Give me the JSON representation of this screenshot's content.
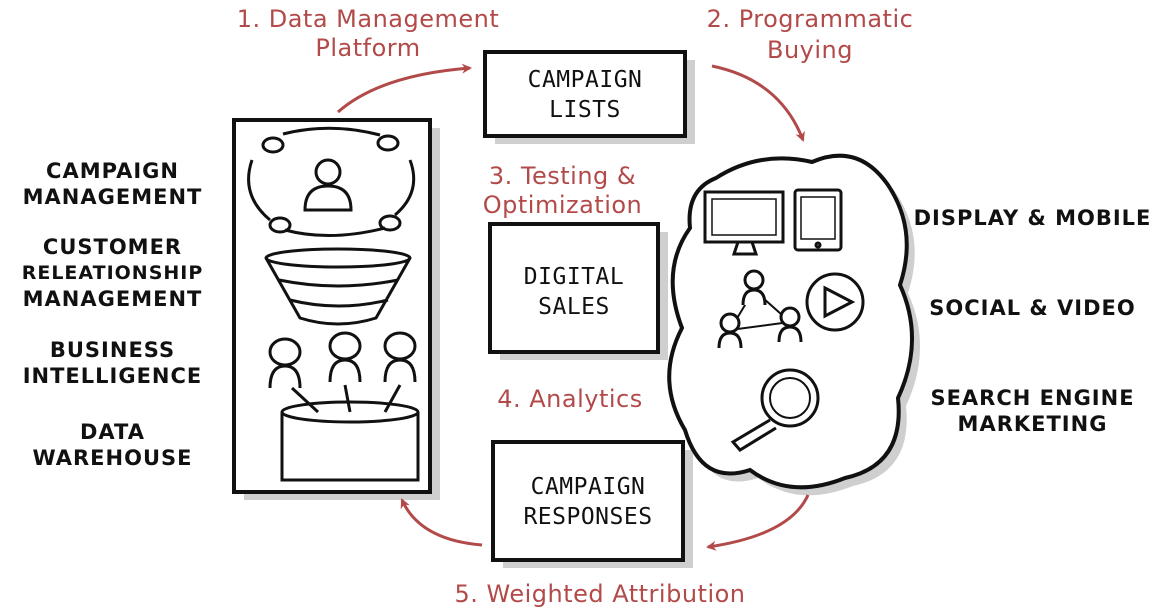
{
  "colors": {
    "ink": "#111111",
    "accent": "#b34a4a",
    "shadow": "#cfcfcf"
  },
  "steps": {
    "s1_line1": "1. Data Management",
    "s1_line2": "Platform",
    "s2_line1": "2. Programmatic",
    "s2_line2": "Buying",
    "s3_line1": "3. Testing &",
    "s3_line2": "Optimization",
    "s4": "4. Analytics",
    "s5": "5. Weighted Attribution"
  },
  "boxes": {
    "lists_line1": "CAMPAIGN",
    "lists_line2": "LISTS",
    "sales_line1": "DIGITAL",
    "sales_line2": "SALES",
    "responses_line1": "CAMPAIGN",
    "responses_line2": "RESPONSES"
  },
  "left_labels": {
    "cm_line1": "CAMPAIGN",
    "cm_line2": "MANAGEMENT",
    "crm_line1": "CUSTOMER",
    "crm_line2": "RELEATIONSHIP",
    "crm_line3": "MANAGEMENT",
    "bi_line1": "BUSINESS",
    "bi_line2": "INTELLIGENCE",
    "dw_line1": "DATA",
    "dw_line2": "WAREHOUSE"
  },
  "right_labels": {
    "display": "DISPLAY & MOBILE",
    "social": "SOCIAL & VIDEO",
    "sem_line1": "SEARCH ENGINE",
    "sem_line2": "MARKETING"
  },
  "icons": [
    "people-cycle-icon",
    "funnel-icon",
    "users-icon",
    "database-icon",
    "monitor-icon",
    "tablet-icon",
    "network-people-icon",
    "play-icon",
    "magnifier-icon"
  ]
}
